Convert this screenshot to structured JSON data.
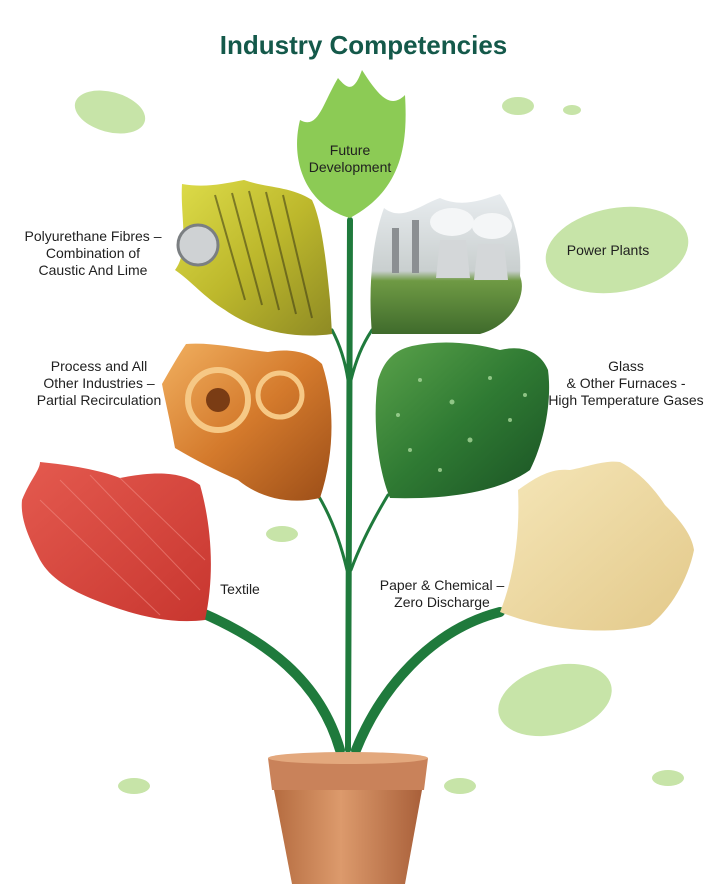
{
  "title": "Industry Competencies",
  "colors": {
    "title": "#14594a",
    "stem": "#1f7a3c",
    "blob": "#c7e4a8",
    "leaf_future": "#8ccb55",
    "leaf_power": "#5f8a3c",
    "leaf_poly": "#c8c235",
    "leaf_process": "#d98b3b",
    "leaf_glass": "#2f7a33",
    "leaf_textile": "#d9463f",
    "leaf_paper": "#efdca6",
    "pot": "#cf8a5c"
  },
  "items": {
    "future": {
      "line1": "Future",
      "line2": "Development",
      "icon": "leaf"
    },
    "power": {
      "line1": "Power Plants",
      "icon": "power-plant-photo"
    },
    "poly": {
      "line1": "Polyurethane Fibres –",
      "line2": "Combination of",
      "line3": "Caustic And Lime",
      "icon": "fibre-spool-photo"
    },
    "process": {
      "line1": "Process and All",
      "line2": "Other Industries –",
      "line3": "Partial Recirculation",
      "icon": "metal-coil-photo"
    },
    "glass": {
      "line1": "Glass",
      "line2": "& Other Furnaces -",
      "line3": "High Temperature Gases",
      "icon": "water-droplets-photo"
    },
    "textile": {
      "line1": "Textile",
      "icon": "fabric-photo"
    },
    "paper": {
      "line1": "Paper & Chemical –",
      "line2": "Zero Discharge",
      "icon": "paper-photo"
    }
  }
}
